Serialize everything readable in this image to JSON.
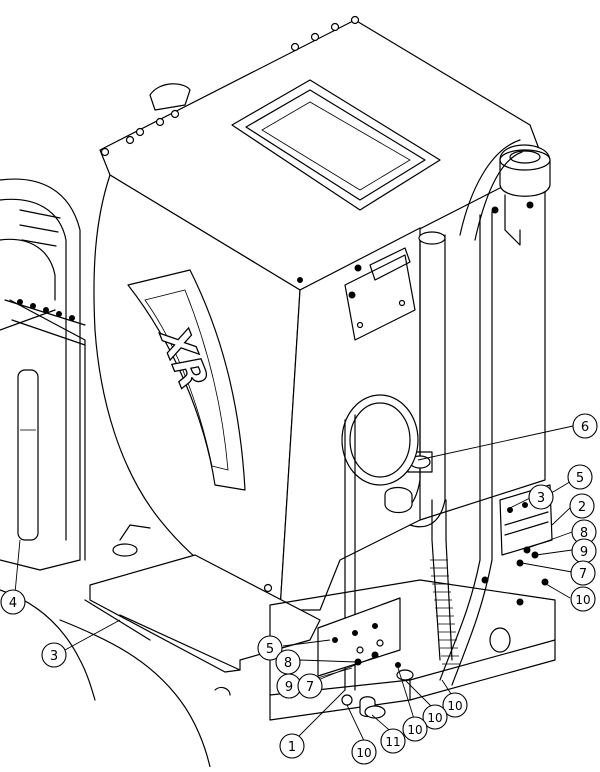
{
  "diagram": {
    "logo_text": "XR",
    "callouts": [
      {
        "id": "c6",
        "label": "6"
      },
      {
        "id": "c5a",
        "label": "5"
      },
      {
        "id": "c3a",
        "label": "3"
      },
      {
        "id": "c2",
        "label": "2"
      },
      {
        "id": "c8a",
        "label": "8"
      },
      {
        "id": "c9a",
        "label": "9"
      },
      {
        "id": "c7a",
        "label": "7"
      },
      {
        "id": "c10a",
        "label": "10"
      },
      {
        "id": "c4",
        "label": "4"
      },
      {
        "id": "c3b",
        "label": "3"
      },
      {
        "id": "c5b",
        "label": "5"
      },
      {
        "id": "c8b",
        "label": "8"
      },
      {
        "id": "c9b",
        "label": "9"
      },
      {
        "id": "c7b",
        "label": "7"
      },
      {
        "id": "c10b",
        "label": "10"
      },
      {
        "id": "c10c",
        "label": "10"
      },
      {
        "id": "c10d",
        "label": "10"
      },
      {
        "id": "c1",
        "label": "1"
      },
      {
        "id": "c10e",
        "label": "10"
      },
      {
        "id": "c11",
        "label": "11"
      }
    ]
  }
}
